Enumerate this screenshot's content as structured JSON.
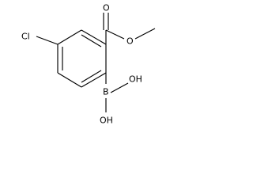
{
  "molecule": {
    "atom_labels": {
      "chlorine": "Cl",
      "carbonyl_oxygen": "O",
      "ester_oxygen": "O",
      "boron": "B",
      "hydroxyl_upper": "OH",
      "hydroxyl_lower": "OH"
    }
  },
  "colors": {
    "bond": "#000000",
    "label": "#000000",
    "background": "#ffffff"
  }
}
